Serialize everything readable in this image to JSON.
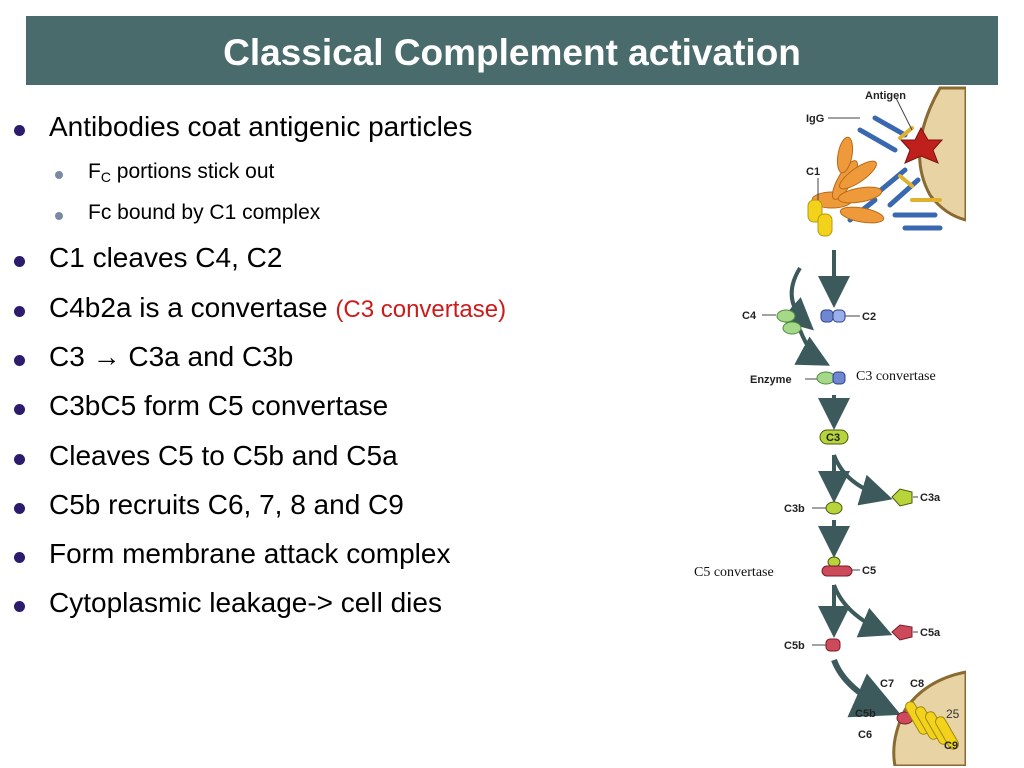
{
  "slide": {
    "title": "Classical Complement activation",
    "page_number": "25"
  },
  "bullets": [
    {
      "text": "Antibodies coat antigenic particles"
    },
    {
      "sub1_main": "F",
      "sub1_subscript": "C",
      "sub1_rest": " portions stick out"
    },
    {
      "text": "Fc bound by C1 complex"
    },
    {
      "text": "C1 cleaves C4, C2"
    },
    {
      "text": "C4b2a is a convertase ",
      "highlight": "(C3 convertase)"
    },
    {
      "pre": "C3 ",
      "arrow": "→",
      "post": " C3a and C3b"
    },
    {
      "text": "C3bC5 form C5 convertase"
    },
    {
      "text": "Cleaves C5 to C5b and C5a"
    },
    {
      "text": "C5b recruits C6, 7, 8 and C9"
    },
    {
      "text": "Form membrane attack complex"
    },
    {
      "text": "Cytoplasmic leakage-> cell dies"
    }
  ],
  "diagram": {
    "labels": {
      "antigen": "Antigen",
      "igg": "IgG",
      "c1": "C1",
      "c4": "C4",
      "c2": "C2",
      "enzyme": "Enzyme",
      "c3_convertase": "C3 convertase",
      "c3": "C3",
      "c3a": "C3a",
      "c3b": "C3b",
      "c5": "C5",
      "c5_convertase": "C5 convertase",
      "c5a": "C5a",
      "c5b_1": "C5b",
      "c7": "C7",
      "c8": "C8",
      "c5b_2": "C5b",
      "c6": "C6",
      "c9": "C9"
    }
  },
  "colors": {
    "title_bar": "#4a6b6b",
    "bullet_dot": "#2d1b6b",
    "sub_bullet_dot": "#7a8aa0",
    "highlight": "#cc1b1b"
  }
}
